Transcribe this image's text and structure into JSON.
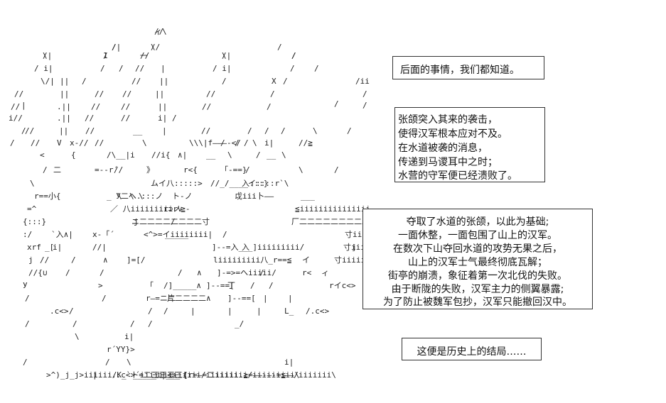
{
  "captions": [
    {
      "lines": [
        "后面的事情，我们都知道。"
      ]
    },
    {
      "lines": [
        "张颌突入其来的袭击，",
        "使得汉军根本应对不及。",
        "在水道被袭的消息，",
        "传递到马谡耳中之时；",
        "水营的守军便已经溃败了。"
      ]
    },
    {
      "lines": [
        "夺取了水道的张颌，以此为基础;",
        "一面休整，一面包围了山上的汉军。",
        "在数次下山夺回水道的攻势无果之后，",
        "山上的汉军士气最终彻底瓦解；",
        "街亭的崩溃，象征着第一次北伐的失败。",
        "由于断陇的失败，汉军主力的侧翼暴露;",
        "为了防止被魏军包抄，汉军只能撤回汉中。"
      ]
    },
    {
      "lines": [
        "这便是历史上的结局……"
      ]
    }
  ],
  "art": {
    "glyphs": [
      "//",
      "/|",
      "//",
      "/|",
      "/",
      "//",
      "/|",
      "/",
      "/",
      "/ i|",
      "/",
      "/",
      "//",
      "|",
      "/ i|",
      "/",
      "\\/|",
      "||",
      "/",
      "//",
      "||",
      "/",
      "X",
      "/",
      "//",
      "||",
      "//",
      "//",
      "||",
      "//",
      "/",
      "/",
      "|",
      "//",
      ".||",
      "//",
      "//",
      "||",
      "//",
      "/",
      "/",
      "i//",
      ".||",
      "//",
      "//",
      "i|",
      "/",
      "/",
      "/",
      "/",
      "//",
      "||",
      "//",
      "__",
      "|",
      "//",
      "/",
      "/",
      "\\",
      "/",
      "/",
      "//",
      "V",
      "//",
      "x-//",
      "\\",
      "\\\\\\|f———-</",
      "/",
      "/",
      "/",
      "\\",
      "i|",
      "//≧",
      "<",
      "{",
      "/\\__|i",
      "//i{",
      "∧|",
      "__",
      "\\",
      "/",
      "__",
      "\\",
      "/",
      "二",
      "=--r´",
      "//",
      "》",
      "r<{",
      "「-==}",
      "/",
      "\\",
      "/",
      "\\",
      "ムイ八:::::>",
      "//_/____イ::::r`\\",
      "入:::}",
      "r==小{",
      "_ У二へ.:::ノ",
      "\\",
      "\\",
      "\\",
      "ト-ノ",
      "戉iii卜——",
      "___",
      "=^",
      "／ 八iiiiiiiiiノ≧-",
      "r⊃rv",
      "≦iiiiiiiiiiiiiiiイ二二\\",
      "{:::}",
      "ニ二二二二二二二二寸",
      "j",
      "/",
      "厂二二二二二二二二二人_____人",
      ":/",
      "`入∧|",
      "x-「´",
      "<^>=イiiiiiiii|",
      "_____",
      "/",
      "寸iiiiiiiiiiiiiiiiiK",
      "xrf",
      "_[",
      "i|",
      "//|",
      "]--=入___]iiiiiiiii/",
      "入",
      "寸iiiiiiiiiiiiiiiiiii]>",
      "j",
      "j",
      "//",
      "/",
      "∧",
      "]=[/",
      "liiiiiiiii八_r==≦",
      "イ",
      "寸iiiiiiii>",
      "//{∪",
      "/",
      "/",
      "/",
      "∧",
      "]-=>=へiiiii/",
      "/",
      "r<",
      "ィ",
      "У",
      ">",
      "「",
      "/]_____∧",
      "]--==[",
      "丁",
      "/",
      "/",
      "rイc<>",
      "/",
      "/",
      "r—=ニ二",
      "片二二二二∧",
      "]--==[",
      "|",
      "|",
      ".c<>",
      "/",
      "/",
      "/",
      "|",
      "|",
      "|",
      "L_",
      "/.c<>",
      "/",
      "/",
      "/",
      "/",
      "_/",
      "i|",
      "\\",
      "r´YY}>",
      "/",
      "/",
      "\\",
      "i|",
      ">^)_j_j>iiiiii/K_`ト=二三三三三{",
      "|",
      "..c<>´iiiiiiiiiiiii/iiiiiii.≧=——-—-=≦",
      "_____i|___",
      "<>",
      "(r=—=二iiiiiii/iiiiiiiii\\",
      "——/iiiiiii\\",
      "/",
      "\\",
      "|",
      "/",
      "厂",
      "/iiiiiiiiiiii\\",
      "/iiiiiiiiiiiiii",
      "/",
      "ィ\\",
      "/",
      "\\",
      "\\",
      "1",
      "一",
      "\\",
      "/",
      "\\"
    ]
  }
}
